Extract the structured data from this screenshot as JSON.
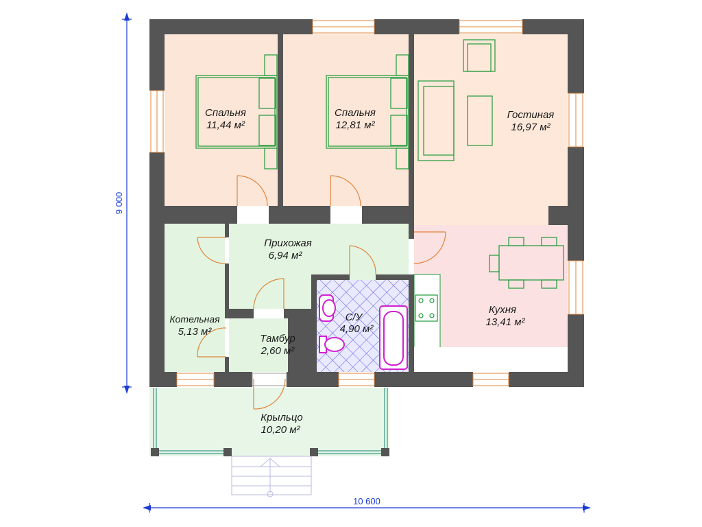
{
  "colors": {
    "bedroom": "#fce6d8",
    "living": "#fde8d9",
    "hall": "#e3f5e1",
    "kitchen": "#fbe1e1",
    "bath": "#e9e9ff",
    "porch": "#e7f6e7",
    "wall": "#555555",
    "dimension": "#1a3bd6"
  },
  "rooms": {
    "bedroom1": {
      "name": "Спальня",
      "area": "11,44 м²"
    },
    "bedroom2": {
      "name": "Спальня",
      "area": "12,81 м²"
    },
    "living": {
      "name": "Гостиная",
      "area": "16,97 м²"
    },
    "hall": {
      "name": "Прихожая",
      "area": "6,94 м²"
    },
    "kitchen": {
      "name": "Кухня",
      "area": "13,41 м²"
    },
    "bath": {
      "name": "С/У",
      "area": "4,90 м²"
    },
    "boiler": {
      "name": "Котельная",
      "area": "5,13 м²"
    },
    "vestibule": {
      "name": "Тамбур",
      "area": "2,60 м²"
    },
    "porch": {
      "name": "Крыльцо",
      "area": "10,20 м²"
    }
  },
  "dimensions": {
    "height": "9 000",
    "width": "10 600"
  }
}
